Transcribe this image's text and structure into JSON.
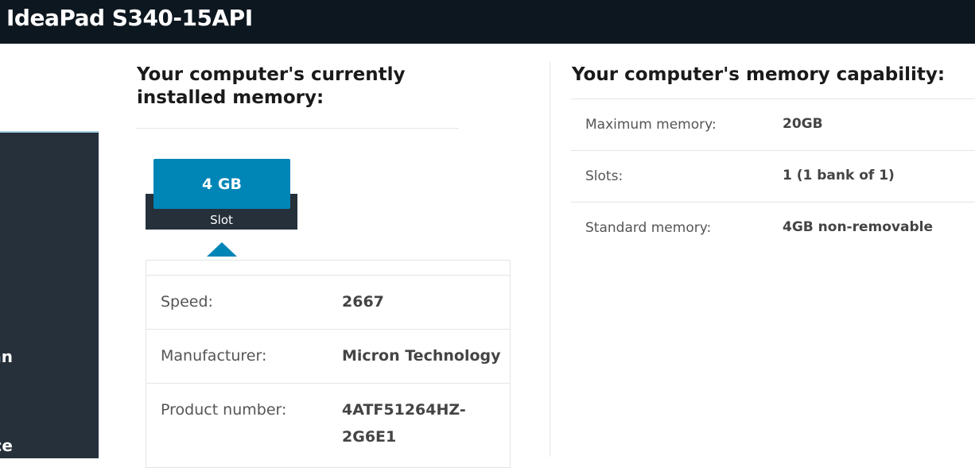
{
  "header": {
    "title": "IdeaPad S340-15API"
  },
  "sidebar": {
    "items": [
      "an",
      "ce"
    ]
  },
  "installed": {
    "heading": "Your computer's currently installed memory:",
    "slot": {
      "size": "4 GB",
      "label": "Slot"
    },
    "details": [
      {
        "label": "Speed:",
        "value": "2667"
      },
      {
        "label": "Manufacturer:",
        "value": "Micron Technology"
      },
      {
        "label": "Product number:",
        "value": "4ATF51264HZ-2G6E1"
      }
    ]
  },
  "capability": {
    "heading": "Your computer's memory capability:",
    "rows": [
      {
        "label": "Maximum memory:",
        "value": "20GB"
      },
      {
        "label": "Slots:",
        "value": "1 (1 bank of 1)"
      },
      {
        "label": "Standard memory:",
        "value": "4GB non-removable"
      }
    ]
  }
}
